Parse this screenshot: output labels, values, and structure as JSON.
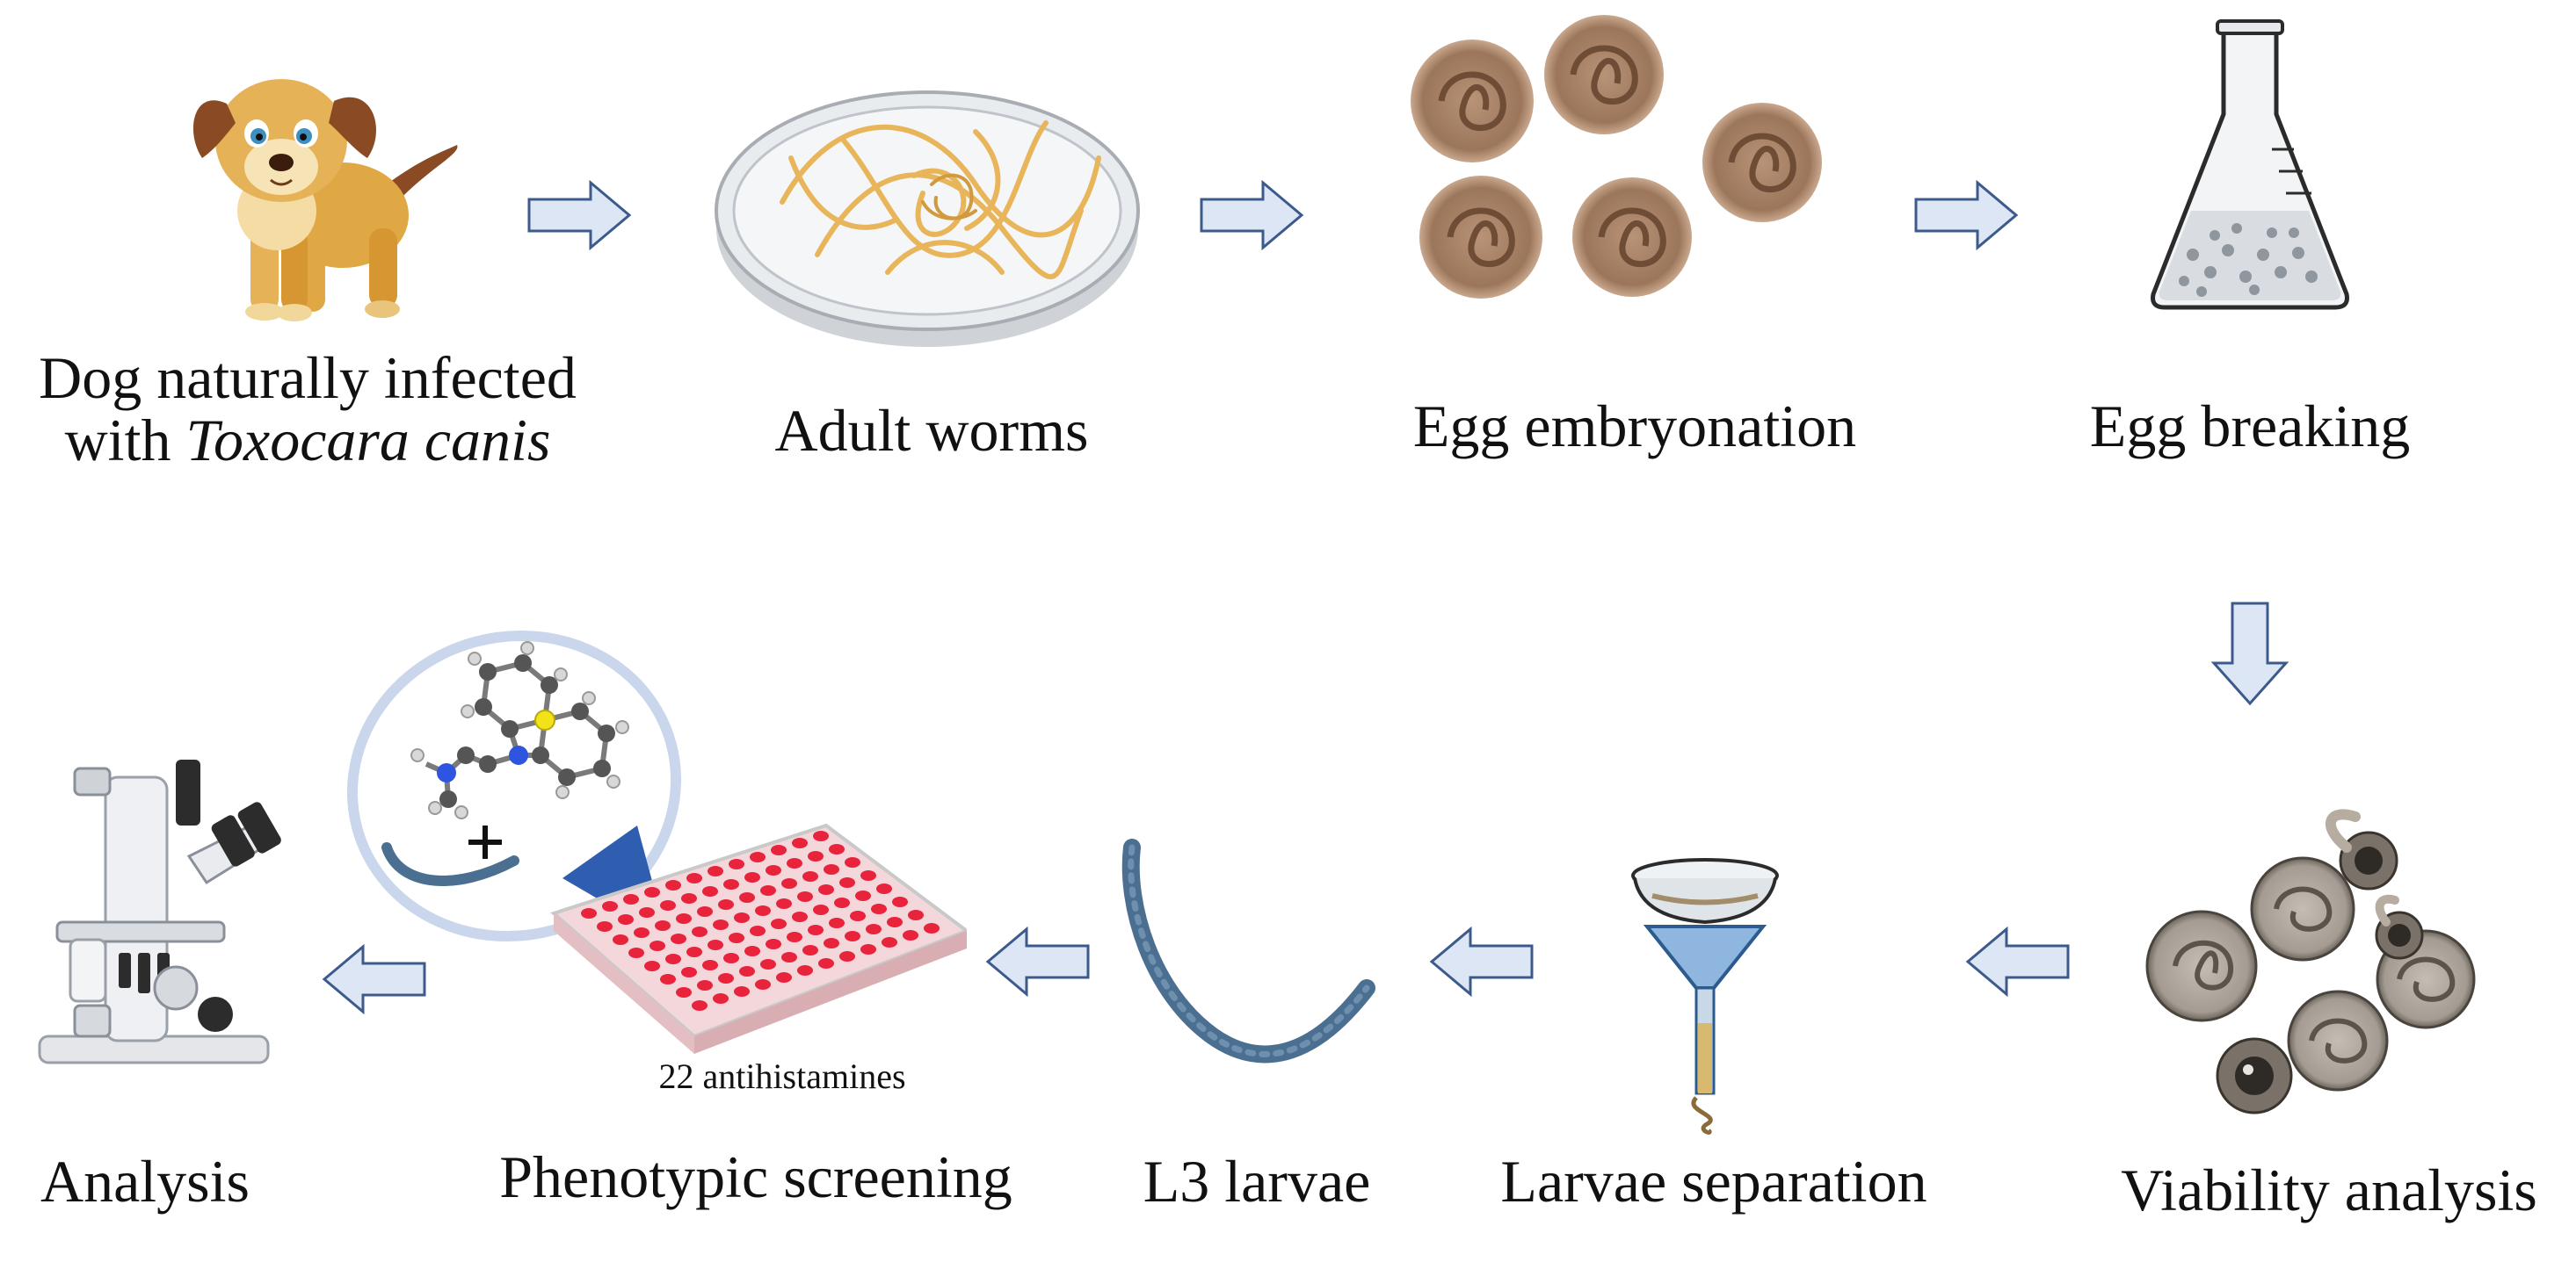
{
  "diagram": {
    "steps": {
      "dog": {
        "label_line1": "Dog naturally infected",
        "label_line2_prefix": "with ",
        "label_line2_italic": "Toxocara canis",
        "icon": "dog-illustration"
      },
      "adult_worms": {
        "label": "Adult worms",
        "icon": "petri-dish-worms"
      },
      "egg_embryonation": {
        "label": "Egg embryonation",
        "icon": "embryonated-eggs"
      },
      "egg_breaking": {
        "label": "Egg breaking",
        "icon": "erlenmeyer-flask"
      },
      "viability_analysis": {
        "label": "Viability analysis",
        "icon": "hatching-eggs"
      },
      "larvae_separation": {
        "label": "Larvae separation",
        "icon": "funnel"
      },
      "l3_larvae": {
        "label": "L3 larvae",
        "icon": "larva"
      },
      "phenotypic_screening": {
        "label": "Phenotypic screening",
        "sublabel": "22 antihistamines",
        "icon": "well-plate-with-molecule"
      },
      "analysis": {
        "label": "Analysis",
        "icon": "microscope"
      }
    },
    "colors": {
      "arrow_fill": "#dce6f4",
      "arrow_stroke": "#3c5a8c",
      "plate_red": "#e8243c",
      "larva_blue": "#4a6f91",
      "bubble_ring": "#c9d6ec",
      "pointer_blue": "#2f5db0"
    }
  }
}
